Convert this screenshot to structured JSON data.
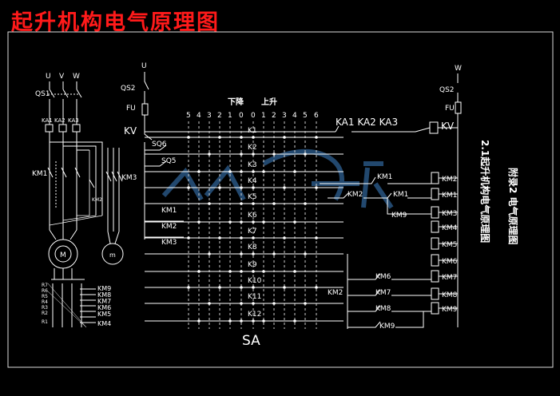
{
  "title": "起升机构电气原理图",
  "main_circuit": {
    "phases": [
      "U",
      "V",
      "W"
    ],
    "breaker": "QS1",
    "relays": [
      "KA1",
      "KA2",
      "KA3"
    ],
    "contactors": [
      "KM1",
      "KM3"
    ],
    "km2_contact": "KM2",
    "motors": [
      "M",
      "m"
    ],
    "resistors": [
      "R7",
      "R6",
      "R5",
      "R4",
      "R3",
      "R2",
      "R1"
    ],
    "res_contactors": [
      "KM9",
      "KM8",
      "KM7",
      "KM6",
      "KM5",
      "KM4"
    ]
  },
  "control": {
    "u_label": "U",
    "w_label": "W",
    "qs_left": "QS2",
    "qs_right": "QS2",
    "fu_left": "FU",
    "fu_right": "FU",
    "kv_left": "KV",
    "kv_right": "KV",
    "sq": [
      "SQ6",
      "SQ5"
    ],
    "kv_contact": "KA1 KA2 KA3",
    "down_label": "下降",
    "up_label": "上升",
    "positions": [
      "5",
      "4",
      "3",
      "2",
      "1",
      "0",
      "0",
      "1",
      "2",
      "3",
      "4",
      "5",
      "6"
    ],
    "k_labels": [
      "K1",
      "K2",
      "K3",
      "K4",
      "K5",
      "K6",
      "K7",
      "K8",
      "K9",
      "K10",
      "K11",
      "K12"
    ],
    "interlock_km": [
      "KM1",
      "KM2",
      "KM3"
    ],
    "mid_contacts": [
      "KM1",
      "KM2",
      "KM1",
      "KM9"
    ],
    "coils": [
      "KM2",
      "KM1",
      "KM3",
      "KM4",
      "KM5",
      "KM6",
      "KM7",
      "KM8",
      "KM9"
    ],
    "lower_km2": "KM2",
    "lower_contacts": [
      "KM6",
      "KM7",
      "KM8",
      "KM9"
    ],
    "switch_name": "SA"
  },
  "side_text": {
    "line1": "附录2  电气原理图",
    "line2": "2.1起升机构电气原理图"
  },
  "colors": {
    "line": "#ffffff",
    "title": "#ff1a1a",
    "frame": "#ffffff",
    "watermark": "#3a78b8"
  }
}
